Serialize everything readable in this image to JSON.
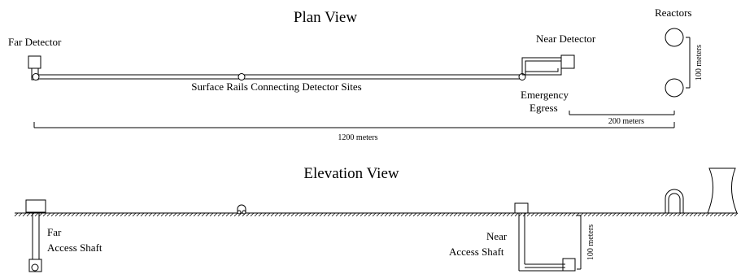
{
  "plan": {
    "title": "Plan View",
    "far_detector_label": "Far Detector",
    "near_detector_label": "Near Detector",
    "rails_label": "Surface Rails Connecting Detector Sites",
    "reactors_label": "Reactors",
    "emergency_label_line1": "Emergency",
    "emergency_label_line2": "Egress",
    "dim_reactor_spacing": "100 meters",
    "dim_near_to_reactor": "200 meters",
    "dim_far_to_reactor": "1200 meters"
  },
  "elevation": {
    "title": "Elevation View",
    "far_shaft_line1": "Far",
    "far_shaft_line2": "Access Shaft",
    "near_shaft_line1": "Near",
    "near_shaft_line2": "Access Shaft",
    "dim_depth": "100 meters"
  }
}
